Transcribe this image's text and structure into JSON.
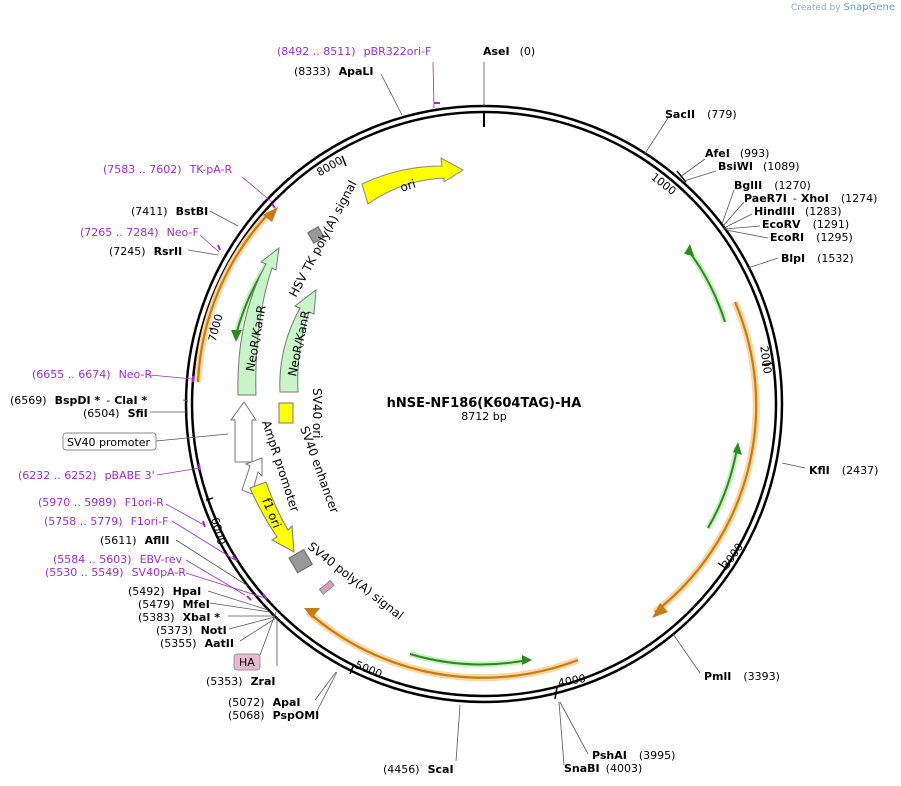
{
  "watermark": {
    "created_by": "Created by",
    "brand": "SnapGene"
  },
  "plasmid": {
    "name": "hNSE-NF186(K604TAG)-HA",
    "length_label": "8712 bp",
    "length": 8712
  },
  "ticks": [
    "1000",
    "2000",
    "3000",
    "4000",
    "5000",
    "6000",
    "7000",
    "8000"
  ],
  "sites": [
    {
      "name": "AseI",
      "pos": "(0)"
    },
    {
      "name": "SacII",
      "pos": "(779)"
    },
    {
      "name": "AfeI",
      "pos": "(993)"
    },
    {
      "name": "BsiWI",
      "pos": "(1089)"
    },
    {
      "name": "BglII",
      "pos": "(1270)"
    },
    {
      "name": "PaeR7I",
      "sep": "-",
      "name2": "XhoI",
      "pos": "(1274)"
    },
    {
      "name": "HindIII",
      "pos": "(1283)"
    },
    {
      "name": "EcoRV",
      "pos": "(1291)"
    },
    {
      "name": "EcoRI",
      "pos": "(1295)"
    },
    {
      "name": "BlpI",
      "pos": "(1532)"
    },
    {
      "name": "KflI",
      "pos": "(2437)"
    },
    {
      "name": "PmlI",
      "pos": "(3393)"
    },
    {
      "name": "PshAI",
      "pos": "(3995)"
    },
    {
      "name": "SnaBI",
      "pos": "(4003)"
    },
    {
      "name": "ScaI",
      "pos": "(4456)"
    },
    {
      "name": "ApaI",
      "pos": "(5072)"
    },
    {
      "name": "PspOMI",
      "pos": "(5068)"
    },
    {
      "name": "ZraI",
      "pos": "(5353)"
    },
    {
      "name": "AatII",
      "pos": "(5355)"
    },
    {
      "name": "NotI",
      "pos": "(5373)"
    },
    {
      "name": "XbaI *",
      "pos": "(5383)"
    },
    {
      "name": "MfeI",
      "pos": "(5479)"
    },
    {
      "name": "HpaI",
      "pos": "(5492)"
    },
    {
      "name": "AflII",
      "pos": "(5611)"
    },
    {
      "name": "SfiI",
      "pos": "(6504)"
    },
    {
      "name": "BspDI *",
      "sep": "-",
      "name2": "ClaI *",
      "pos": "(6569)"
    },
    {
      "name": "RsrII",
      "pos": "(7245)"
    },
    {
      "name": "BstBI",
      "pos": "(7411)"
    },
    {
      "name": "ApaLI",
      "pos": "(8333)"
    }
  ],
  "primers": [
    {
      "range": "(8492 .. 8511)",
      "name": "pBR322ori-F"
    },
    {
      "range": "(7583 .. 7602)",
      "name": "TK-pA-R"
    },
    {
      "range": "(7265 .. 7284)",
      "name": "Neo-F"
    },
    {
      "range": "(6655 .. 6674)",
      "name": "Neo-R"
    },
    {
      "range": "(6232 .. 6252)",
      "name": "pBABE 3'"
    },
    {
      "range": "(5970 .. 5989)",
      "name": "F1ori-R"
    },
    {
      "range": "(5758 .. 5779)",
      "name": "F1ori-F"
    },
    {
      "range": "(5584 .. 5603)",
      "name": "EBV-rev"
    },
    {
      "range": "(5530 .. 5549)",
      "name": "SV40pA-R"
    }
  ],
  "boxed": {
    "sv40_promoter": "SV40 promoter",
    "ha": "HA"
  },
  "features": {
    "ori": "ori",
    "hsv": "HSV TK poly(A) signal",
    "neo1": "NeoR/KanR",
    "neo2": "NeoR/KanR",
    "sv40ori": "SV40 ori",
    "sv40enh": "SV40 enhancer",
    "ampr": "AmpR promoter",
    "f1": "f1 ori",
    "sv40pa": "SV40 poly(A) signal"
  },
  "colors": {
    "primer": "#a02ccc",
    "ori": "#ffff00",
    "neo": "#c8f5c8",
    "cds": "#f5a623",
    "feature_green": "#2aa02a"
  }
}
